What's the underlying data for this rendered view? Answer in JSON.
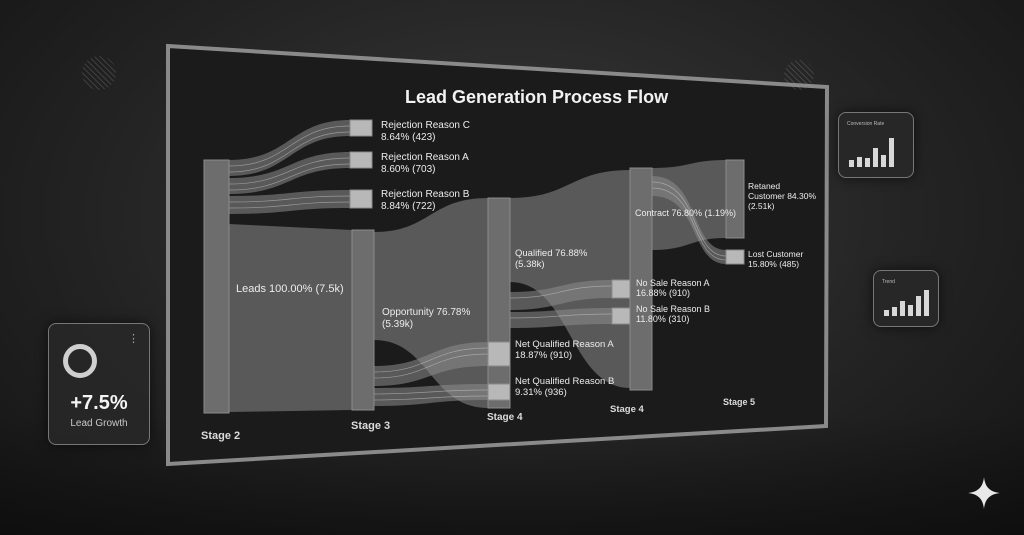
{
  "title": "Lead Generation Process Flow",
  "nodes": {
    "leads": "Leads 100.00% (7.5k)",
    "rej_c": [
      "Rejection Reason C",
      "8.64% (423)"
    ],
    "rej_a": [
      "Rejection Reason A",
      "8.60% (703)"
    ],
    "rej_b": [
      "Rejection Reason B",
      "8.84% (722)"
    ],
    "opportunity": [
      "Opportunity 76.78%",
      "(5.39k)"
    ],
    "qualified": [
      "Qualified 76.88%",
      "(5.38k)"
    ],
    "nq_a": [
      "Net Qualified Reason A",
      "18.87% (910)"
    ],
    "nq_b": [
      "Net Qualified Reason B",
      "9.31% (936)"
    ],
    "contract": "Contract 76.80% (1.19%)",
    "ns_a": [
      "No Sale Reason A",
      "16.88% (910)"
    ],
    "ns_b": [
      "No Sale Reason B",
      "11.80% (310)"
    ],
    "retained": [
      "Retaned",
      "Customer 84.30%",
      "(2.51k)"
    ],
    "lost": [
      "Lost Customer",
      "15.80% (485)"
    ]
  },
  "stages": [
    "Stage 2",
    "Stage 3",
    "Stage 4",
    "Stage 4",
    "Stage 5"
  ],
  "kpi": {
    "value": "+7.5%",
    "label": "Lead Growth",
    "menu": "⋮"
  },
  "mini_chart_1": {
    "title": "Conversion Rate",
    "values": [
      0.2,
      0.3,
      0.25,
      0.55,
      0.35,
      0.85
    ]
  },
  "mini_chart_2": {
    "title": "Trend",
    "values": [
      0.2,
      0.3,
      0.5,
      0.35,
      0.65,
      0.85
    ]
  },
  "colors": {
    "node": "#6d6d6d",
    "band": "#8c8c8c",
    "frame": "#8a8a8a"
  }
}
